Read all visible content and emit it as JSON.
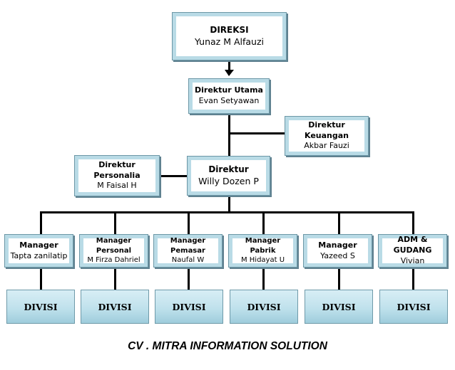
{
  "direksi": {
    "title": "DIREKSI",
    "name": "Yunaz M Alfauzi"
  },
  "direktur_utama": {
    "title": "Direktur Utama",
    "name": "Evan Setyawan"
  },
  "direktur_keuangan": {
    "title": "Direktur Keuangan",
    "name": "Akbar Fauzi"
  },
  "direktur_personalia": {
    "title": "Direktur Personalia",
    "name": "M Faisal H"
  },
  "direktur": {
    "title": "Direktur",
    "name": "Willy Dozen P"
  },
  "managers": [
    {
      "title": "Manager",
      "name": "Tapta zanilatip"
    },
    {
      "title": "Manager Personal",
      "name": "M Firza Dahriel"
    },
    {
      "title": "Manager Pemasar",
      "name": "Naufal W"
    },
    {
      "title": "Manager Pabrik",
      "name": "M Hidayat U"
    },
    {
      "title": "Manager",
      "name": "Yazeed S"
    },
    {
      "title": "ADM & GUDANG",
      "name": "Vivian"
    }
  ],
  "divisions": [
    "DIVISI",
    "DIVISI",
    "DIVISI",
    "DIVISI",
    "DIVISI",
    "DIVISI"
  ],
  "footer": "CV . MITRA INFORMATION SOLUTION",
  "colors": {
    "box_border": "#b9dbe6",
    "box_shadow": "#5f8190",
    "divisi_fill": "#bfe1ec",
    "line": "#000000"
  }
}
